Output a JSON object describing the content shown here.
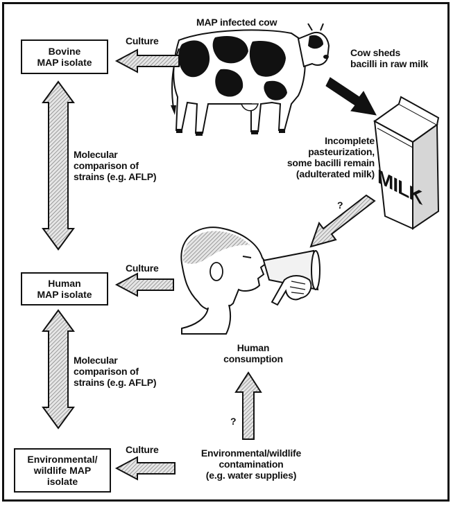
{
  "title": "MAP infected cow",
  "boxes": {
    "bovine": "Bovine\nMAP isolate",
    "human": "Human\nMAP isolate",
    "environmental": "Environmental/\nwildlife MAP\nisolate"
  },
  "labels": {
    "culture_top": "Culture",
    "culture_mid": "Culture",
    "culture_bottom": "Culture",
    "cow_sheds": "Cow sheds\nbacilli in raw milk",
    "pasteurization": "Incomplete\npasteurization,\nsome bacilli remain\n(adulterated milk)",
    "question_milk": "?",
    "molecular_top": "Molecular\ncomparison of\nstrains (e.g. AFLP)",
    "molecular_bottom": "Molecular\ncomparison of\nstrains (e.g. AFLP)",
    "human_consumption": "Human\nconsumption",
    "question_env": "?",
    "env_contamination": "Environmental/wildlife\ncontamination\n(e.g. water supplies)"
  },
  "carton": {
    "text": "MILK"
  },
  "colors": {
    "ink": "#111111",
    "hatch_fill": "#bdbdbd",
    "paper": "#ffffff"
  }
}
